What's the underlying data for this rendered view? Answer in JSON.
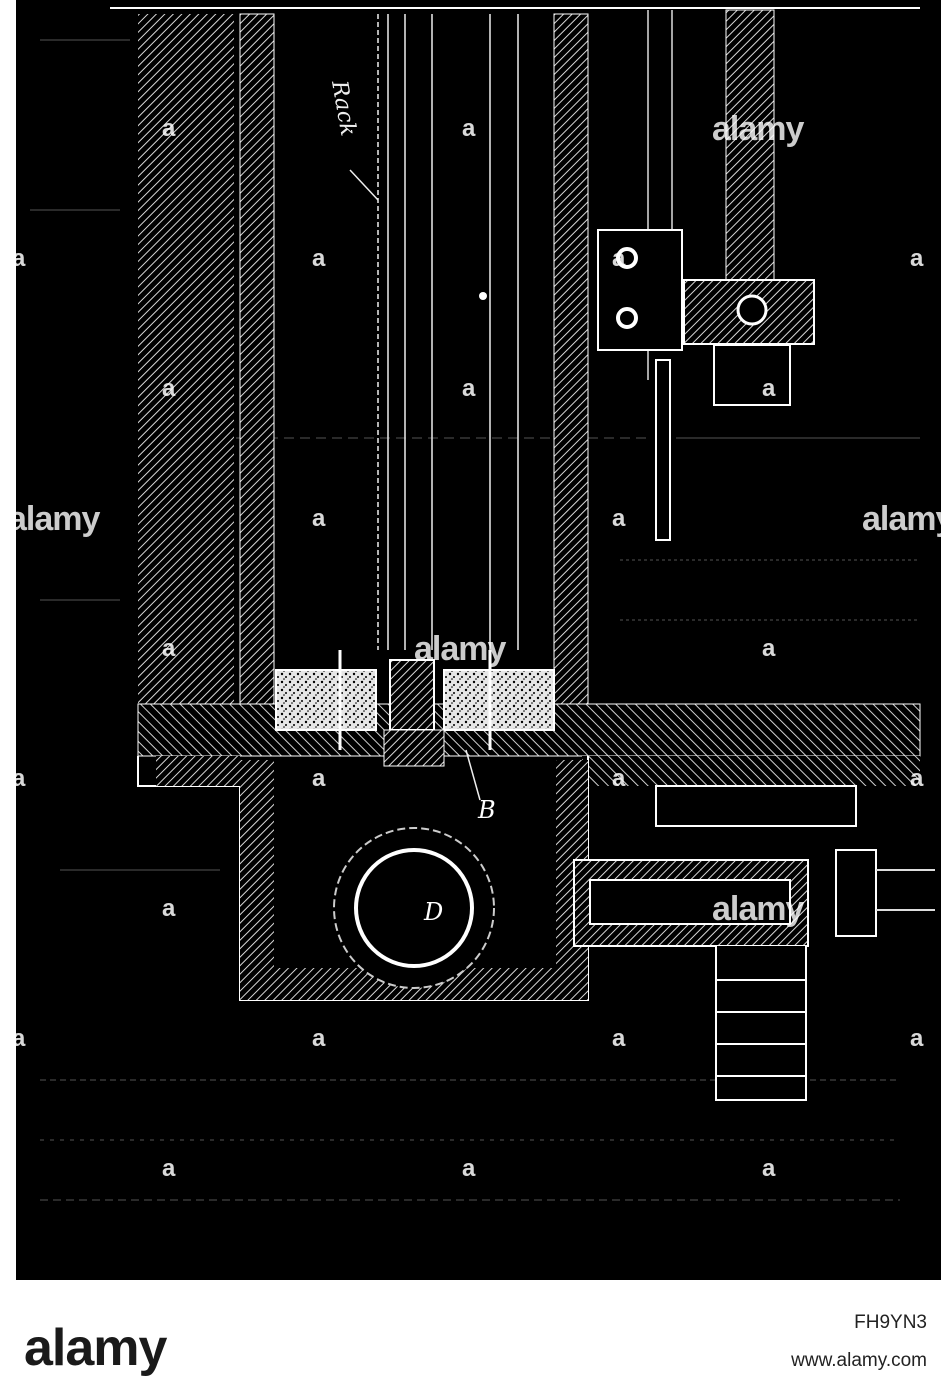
{
  "drawing": {
    "labels": {
      "rack": "Rack",
      "b": "B",
      "d": "D"
    }
  },
  "watermarks": {
    "brand": "alamy",
    "initial": "a"
  },
  "footer": {
    "brand": "alamy",
    "image_id": "FH9YN3",
    "site": "www.alamy.com"
  }
}
